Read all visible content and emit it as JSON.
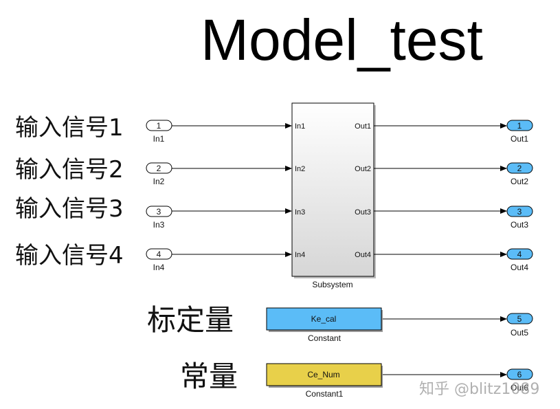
{
  "title": "Model_test",
  "input_labels": [
    "输入信号1",
    "输入信号2",
    "输入信号3",
    "输入信号4"
  ],
  "calibration_label": "标定量",
  "constant_label": "常量",
  "inports": [
    {
      "number": "1",
      "name": "In1"
    },
    {
      "number": "2",
      "name": "In2"
    },
    {
      "number": "3",
      "name": "In3"
    },
    {
      "number": "4",
      "name": "In4"
    }
  ],
  "subsystem": {
    "name": "Subsystem",
    "in_ports": [
      "In1",
      "In2",
      "In3",
      "In4"
    ],
    "out_ports": [
      "Out1",
      "Out2",
      "Out3",
      "Out4"
    ]
  },
  "outports": [
    {
      "number": "1",
      "name": "Out1"
    },
    {
      "number": "2",
      "name": "Out2"
    },
    {
      "number": "3",
      "name": "Out3"
    },
    {
      "number": "4",
      "name": "Out4"
    },
    {
      "number": "5",
      "name": "Out5"
    },
    {
      "number": "6",
      "name": "Out6"
    }
  ],
  "constant_blocks": [
    {
      "value": "Ke_cal",
      "name": "Constant",
      "color": "#5bbcf7"
    },
    {
      "value": "Ce_Num",
      "name": "Constant1",
      "color": "#e8d04a"
    }
  ],
  "colors": {
    "outport_fill": "#5bbcf7",
    "line": "#000000"
  },
  "watermark": "知乎 @blitz1089"
}
